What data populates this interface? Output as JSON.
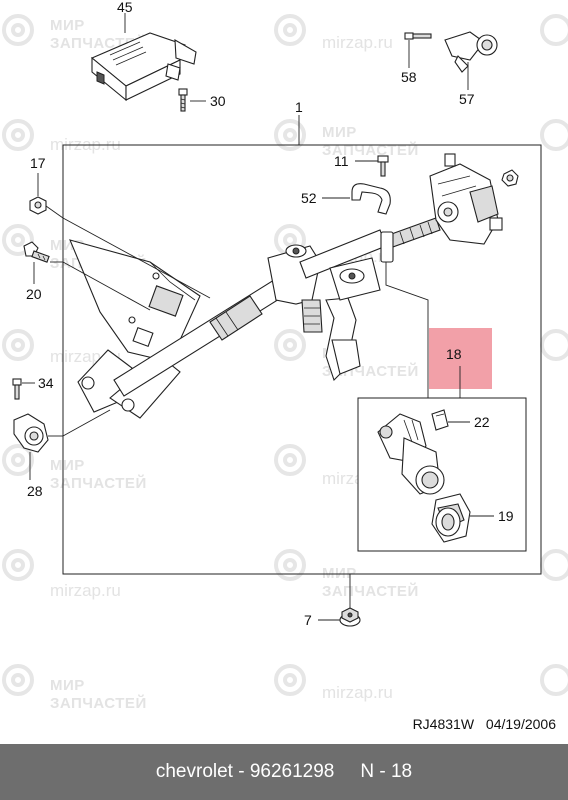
{
  "watermark": {
    "brand_line1": "МИР",
    "brand_line2": "ЗАПЧАСТЕЙ",
    "url": "mirzap.ru"
  },
  "callouts": {
    "c45": "45",
    "c30": "30",
    "c58": "58",
    "c57": "57",
    "c1": "1",
    "c17": "17",
    "c11": "11",
    "c52": "52",
    "c20": "20",
    "c18": "18",
    "c34": "34",
    "c22": "22",
    "c28": "28",
    "c19": "19",
    "c7": "7"
  },
  "highlight_color": "#f2a0a8",
  "reference": {
    "code": "RJ4831W",
    "date": "04/19/2006"
  },
  "footer": {
    "brand_part": "chevrolet - 96261298",
    "page": "N - 18"
  }
}
